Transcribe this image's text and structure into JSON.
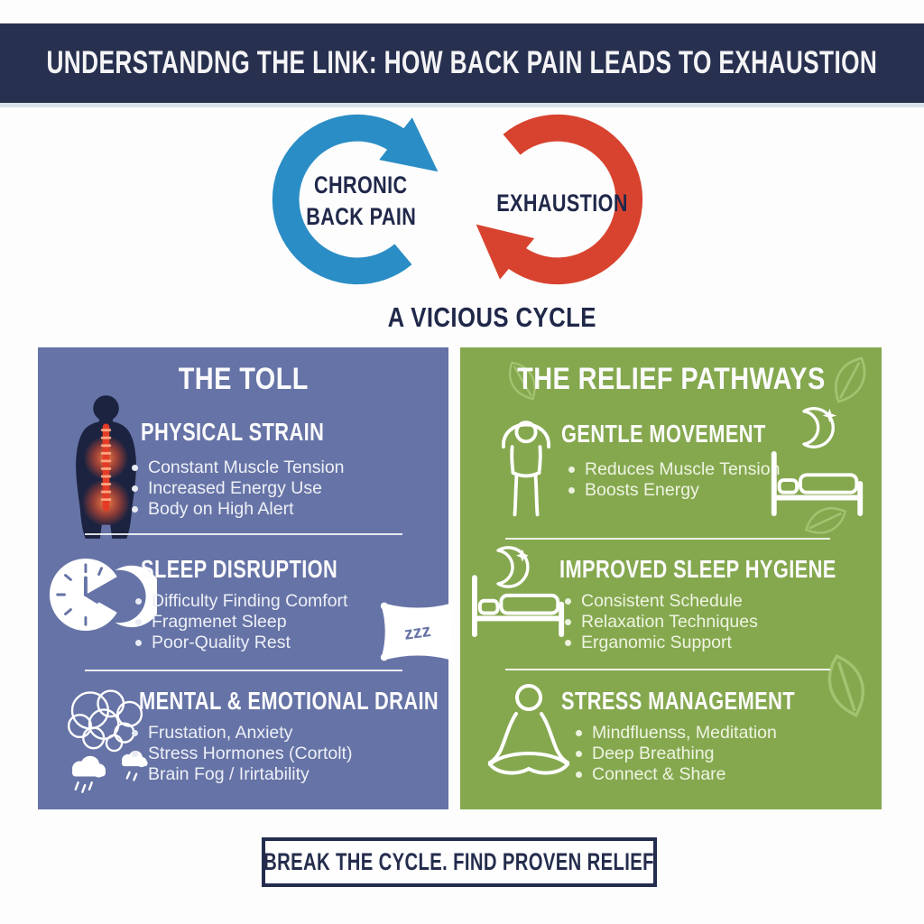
{
  "title_banner": {
    "text": "UNDERSTANDNG THE LINK: HOW BACK PAIN LEADS TO EXHAUSTION"
  },
  "cycle": {
    "chronic_line1": "CHRONIC",
    "chronic_line2": "BACK PAIN",
    "exhaustion": "EXHAUSTION",
    "caption": "A VICIOUS CYCLE"
  },
  "toll_panel": {
    "title": "THE TOLL",
    "physical": {
      "heading": "PHYSICAL STRAIN",
      "bullets": [
        "Constant Muscle Tension",
        "Increased Energy Use",
        "Body on High Alert"
      ]
    },
    "sleep": {
      "heading": "SLEEP DISRUPTION",
      "bullets": [
        "Difficulty Finding Comfort",
        "Fragmenet Sleep",
        "Poor-Quality Rest"
      ],
      "pillow_text": "zzz"
    },
    "mental": {
      "heading": "MENTAL & EMOTIONAL DRAIN",
      "bullets": [
        "Frustation, Anxiety",
        "Stress Hormones (Cortolt)",
        "Brain Fog / Irirtability"
      ]
    },
    "icons": [
      "body-spine-pain",
      "clock-moon",
      "pillow-zzz",
      "tangled-mind-rain-clouds"
    ]
  },
  "relief_panel": {
    "title": "THE RELIEF PATHWAYS",
    "movement": {
      "heading": "GENTLE MOVEMENT",
      "bullets": [
        "Reduces Muscle Tension",
        "Boosts Energy"
      ]
    },
    "sleep_hygiene": {
      "heading": "IMPROVED SLEEP HYGIENE",
      "bullets": [
        "Consistent Schedule",
        "Relaxation Techniques",
        "Erganomic Support"
      ]
    },
    "stress": {
      "heading": "STRESS MANAGEMENT",
      "bullets": [
        "Mindfluenss, Meditation",
        "Deep Breathing",
        "Connect & Share"
      ]
    },
    "icons": [
      "stretching-person",
      "moon-star",
      "bed",
      "moon-over-bed",
      "meditating-person",
      "leaves"
    ]
  },
  "footer": {
    "text": "BREAK THE CYCLE. FIND PROVEN RELIEF"
  },
  "colors": {
    "banner_navy": "#28304f",
    "toll_bg": "#6673a6",
    "relief_bg": "#85a84f",
    "cycle_blue": "#2a8dc5",
    "cycle_red": "#d8432f",
    "dark_text": "#20284a",
    "spine_red": "#e43b27",
    "leaf_green": "#a9c878"
  }
}
